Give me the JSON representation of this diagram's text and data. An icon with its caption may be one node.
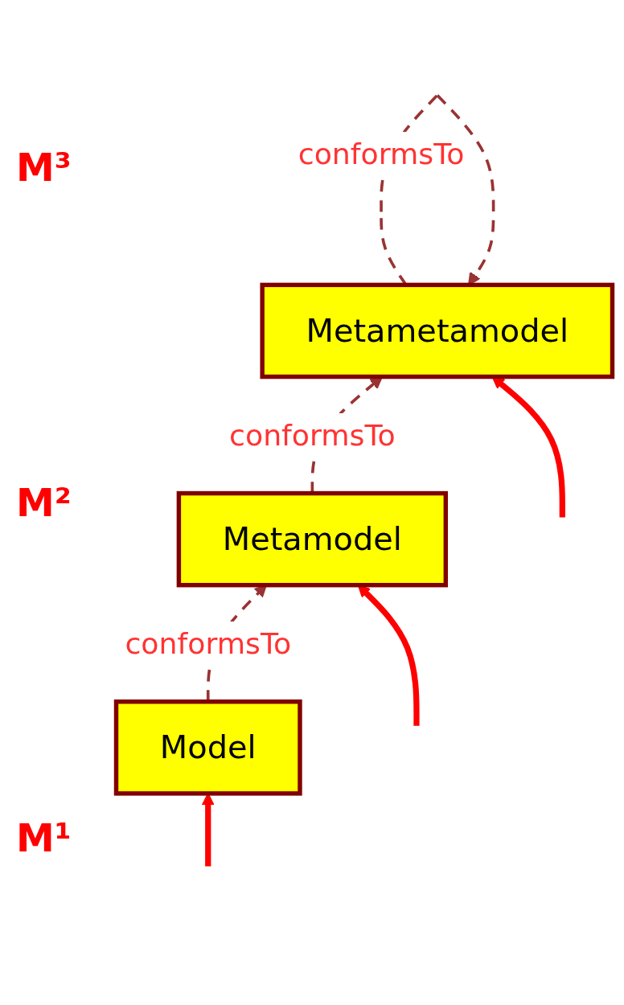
{
  "diagram": {
    "nodes": [
      {
        "text": [
          "Metametamodel"
        ]
      },
      {
        "text": [
          "Metamodel"
        ]
      },
      {
        "text": [
          "Model"
        ]
      }
    ],
    "edges": [
      {
        "from": 0,
        "to": 0,
        "arrow": "to",
        "label": "conformsTo",
        "style": "dashed",
        "color": "#993333"
      },
      {
        "from": 1,
        "to": 0,
        "arrow": "to",
        "label": "conformsTo",
        "style": "dashed",
        "color": "#993333"
      },
      {
        "from": 2,
        "to": 1,
        "arrow": "to",
        "label": "conformsTo",
        "style": "dashed",
        "color": "#993333"
      },
      {
        "from": null,
        "to": 0,
        "arrow": "to",
        "style": "thick",
        "color": "#ff0000"
      },
      {
        "from": null,
        "to": 1,
        "arrow": "to",
        "style": "thick",
        "color": "#ff0000"
      },
      {
        "from": null,
        "to": 2,
        "arrow": "to",
        "style": "thick",
        "color": "#ff0000"
      }
    ],
    "labels": [
      "M³",
      "M²",
      "M¹"
    ]
  }
}
